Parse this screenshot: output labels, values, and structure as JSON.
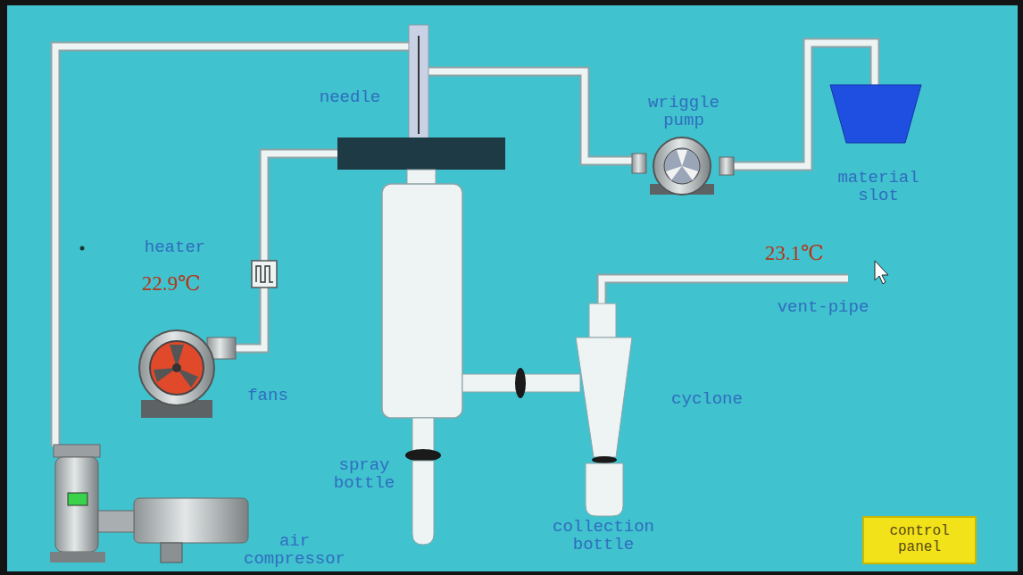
{
  "diagram": {
    "nodes": [
      {
        "text": [
          "control panel"
        ]
      }
    ],
    "labels": [
      "needle",
      "wriggle pump",
      "material slot",
      "heater",
      "23.1℃",
      "22.9℃",
      "vent-pipe",
      "fans",
      "cyclone",
      "spray bottle",
      "collection bottle",
      "air compressor"
    ]
  }
}
